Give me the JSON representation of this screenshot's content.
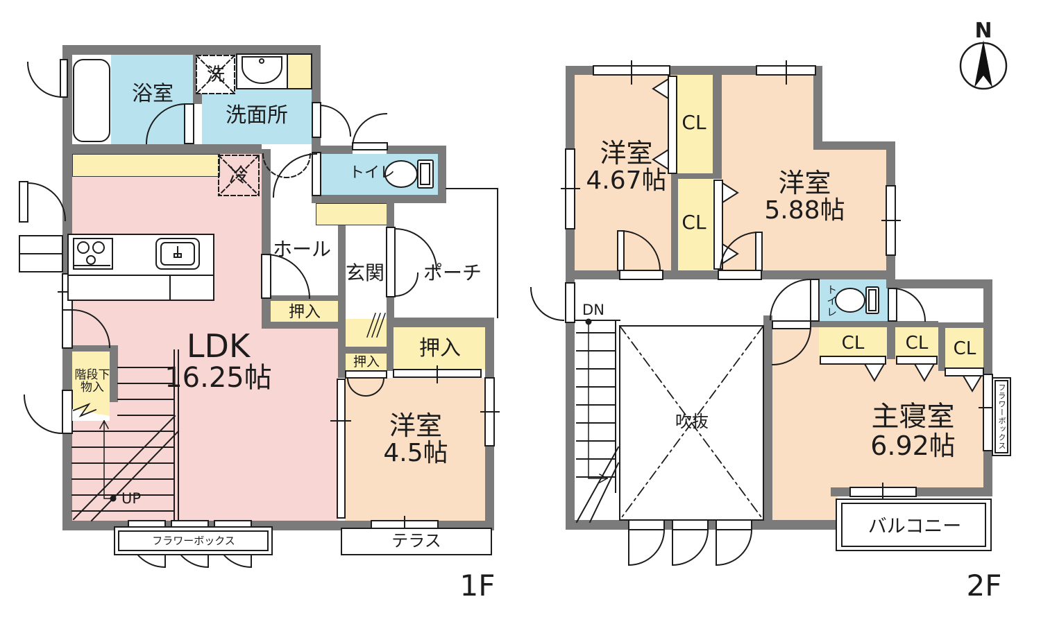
{
  "colors": {
    "wall": "#7b7b7b",
    "ldk_pink": "#f8d6d3",
    "room_peach": "#fbdfc5",
    "storage_yellow": "#fcf0b5",
    "wet_area_blue": "#b9e2ef",
    "line": "#1c1c1c"
  },
  "compass": {
    "north": "N"
  },
  "floor1": {
    "floor_label": "1F",
    "bath": "浴室",
    "laundry": "洗",
    "washroom": "洗面所",
    "toilet": "トイレ",
    "fridge": "冷",
    "hall": "ホール",
    "entrance": "玄関",
    "porch": "ポーチ",
    "ldk_name": "LDK",
    "ldk_size": "16.25帖",
    "closet": "押入",
    "stair_storage_line1": "階段下",
    "stair_storage_line2": "物入",
    "western_room_name": "洋室",
    "western_room_size": "4.5帖",
    "terrace": "テラス",
    "flower_box": "フラワーボックス",
    "up": "UP"
  },
  "floor2": {
    "floor_label": "2F",
    "room_name": "洋室",
    "room1_size": "4.67帖",
    "room2_size": "5.88帖",
    "master_name": "主寝室",
    "master_size": "6.92帖",
    "closet": "CL",
    "toilet": "トイレ",
    "void": "吹抜",
    "dn": "DN",
    "balcony": "バルコニー",
    "flower_box": "フラワーボックス"
  }
}
